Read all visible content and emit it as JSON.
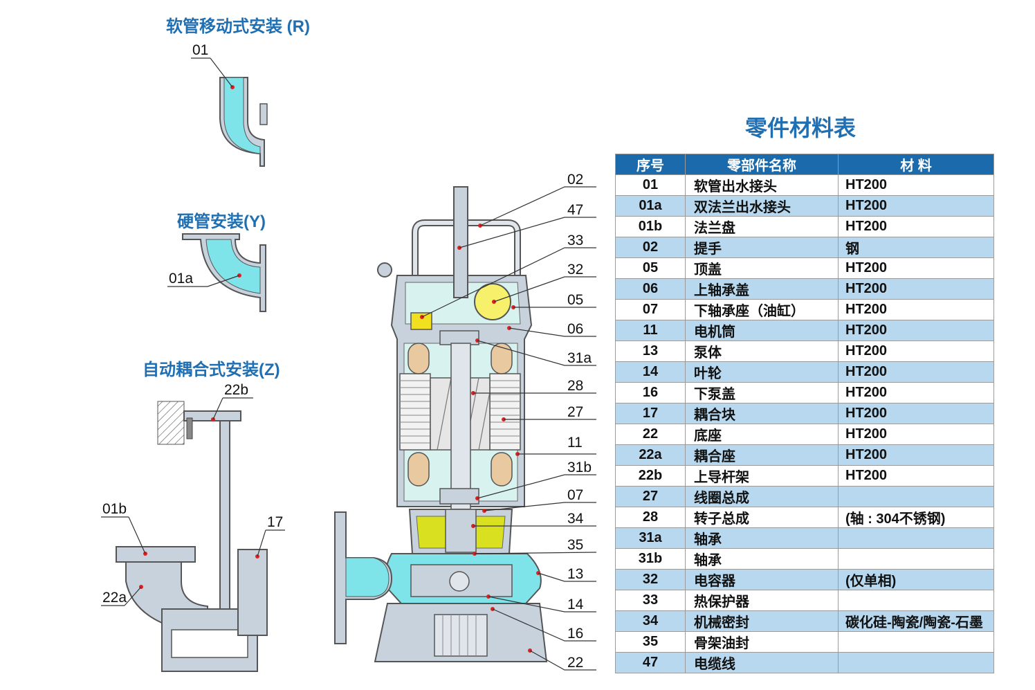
{
  "section_titles": {
    "r": "软管移动式安装 (R)",
    "y": "硬管安装(Y)",
    "z": "自动耦合式安装(Z)"
  },
  "table_title": "零件材料表",
  "table": {
    "headers": [
      "序号",
      "零部件名称",
      "材 料"
    ],
    "rows": [
      [
        "01",
        "软管出水接头",
        "HT200"
      ],
      [
        "01a",
        "双法兰出水接头",
        "HT200"
      ],
      [
        "01b",
        "法兰盘",
        "HT200"
      ],
      [
        "02",
        "提手",
        "钢"
      ],
      [
        "05",
        "顶盖",
        "HT200"
      ],
      [
        "06",
        "上轴承盖",
        "HT200"
      ],
      [
        "07",
        "下轴承座（油缸）",
        "HT200"
      ],
      [
        "11",
        "电机筒",
        "HT200"
      ],
      [
        "13",
        "泵体",
        "HT200"
      ],
      [
        "14",
        "叶轮",
        "HT200"
      ],
      [
        "16",
        "下泵盖",
        "HT200"
      ],
      [
        "17",
        "耦合块",
        "HT200"
      ],
      [
        "22",
        "底座",
        "HT200"
      ],
      [
        "22a",
        "耦合座",
        "HT200"
      ],
      [
        "22b",
        "上导杆架",
        "HT200"
      ],
      [
        "27",
        "线圈总成",
        ""
      ],
      [
        "28",
        "转子总成",
        "(轴 : 304不锈钢)"
      ],
      [
        "31a",
        "轴承",
        ""
      ],
      [
        "31b",
        "轴承",
        ""
      ],
      [
        "32",
        "电容器",
        "(仅单相)"
      ],
      [
        "33",
        "热保护器",
        ""
      ],
      [
        "34",
        "机械密封",
        "碳化硅-陶瓷/陶瓷-石墨"
      ],
      [
        "35",
        "骨架油封",
        ""
      ],
      [
        "47",
        "电缆线",
        ""
      ]
    ]
  },
  "callouts": {
    "r_01": "01",
    "y_01a": "01a",
    "z_22b": "22b",
    "z_01b": "01b",
    "z_17": "17",
    "z_22a": "22a",
    "pump": [
      "02",
      "47",
      "33",
      "32",
      "05",
      "06",
      "31a",
      "28",
      "27",
      "11",
      "31b",
      "07",
      "34",
      "35",
      "13",
      "14",
      "16",
      "22"
    ]
  },
  "colors": {
    "title_blue": "#1f6fb2",
    "header_blue": "#1a6aac",
    "row_alt": "#b7d8ef",
    "water_cyan": "#7fe3ea",
    "casing_gray": "#c8d2dc",
    "oil_yellow": "#d8e020",
    "coil_tan": "#e8c9a0"
  }
}
